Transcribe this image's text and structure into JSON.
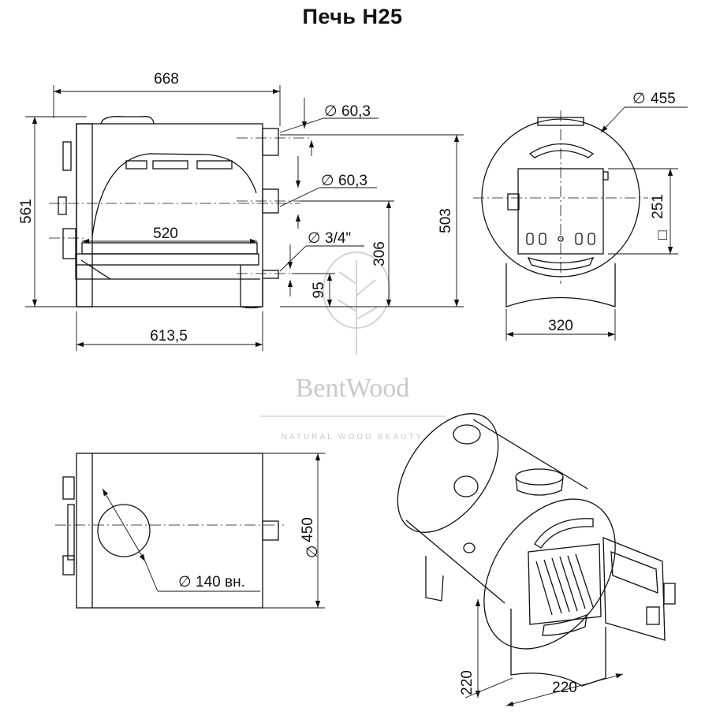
{
  "title": "Печь  Н25",
  "side_view": {
    "width_total": "668",
    "height_total": "561",
    "pipe_top": "60,3",
    "pipe_mid": "60,3",
    "fitting": "3/4\"",
    "firebox_length": "520",
    "height_to_top": "503",
    "height_to_pipe": "306",
    "height_to_fitting": "95",
    "base_length": "613,5"
  },
  "front_view": {
    "diameter": "455",
    "door_size": "251",
    "leg_width": "320"
  },
  "top_view": {
    "flue_diameter": "140 вн.",
    "body_diameter": "450"
  },
  "iso_view": {
    "leg_height": "220",
    "leg_width": "220"
  },
  "watermark": {
    "brand": "BentWood",
    "tagline": "NATURAL WOOD BEAUTY"
  },
  "diameter_symbol": "∅",
  "square_symbol": "□"
}
